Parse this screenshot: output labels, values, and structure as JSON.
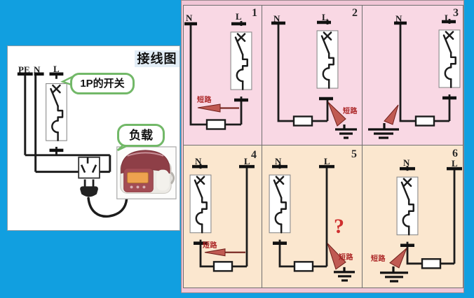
{
  "left_panel": {
    "title": "接线图",
    "pe_label": "PE",
    "n_label": "N",
    "l_label": "L",
    "switch_callout": "1P的开关",
    "load_callout": "负载"
  },
  "panels": [
    {
      "number": "1",
      "n_label": "N",
      "l_label": "L",
      "short_label": "短路"
    },
    {
      "number": "2",
      "n_label": "N",
      "l_label": "L",
      "short_label": "短路"
    },
    {
      "number": "3",
      "n_label": "N",
      "l_label": "L"
    },
    {
      "number": "4",
      "n_label": "N",
      "l_label": "L",
      "short_label": "短路"
    },
    {
      "number": "5",
      "n_label": "N",
      "l_label": "L",
      "short_label": "短路",
      "question_mark": "?"
    },
    {
      "number": "6",
      "n_label": "N",
      "l_label": "L",
      "short_label": "短路"
    }
  ],
  "icons": {
    "breaker": "circuit-breaker-icon",
    "ground": "earth-ground-icon",
    "short_arrow": "short-circuit-arrow-icon",
    "socket": "socket-icon",
    "plug": "plug-icon",
    "load": "load-resistor-icon",
    "rice_cooker": "rice-cooker-image"
  },
  "colors": {
    "background": "#119fe0",
    "panel_pink": "#f9d8e4",
    "panel_peach": "#fbe7cf",
    "frame_pink": "#f1c6d6",
    "wire": "#1c1c1c",
    "callout_green": "#72b868",
    "short_red": "#c05a52",
    "label_red": "#aa2222",
    "title_bg": "#e2edf6"
  }
}
